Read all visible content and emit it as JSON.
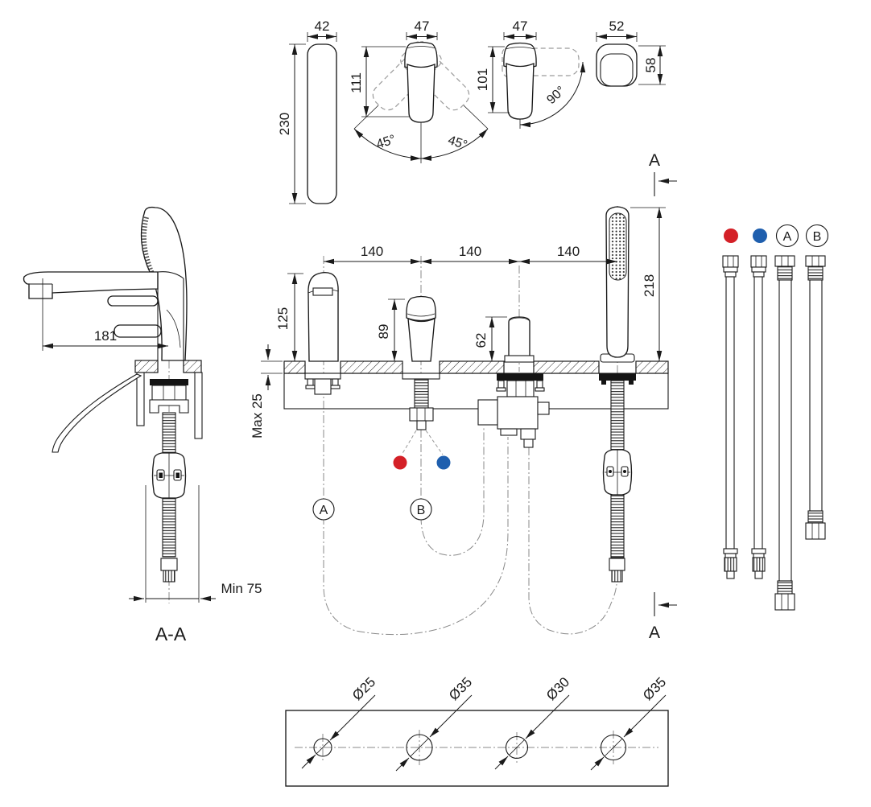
{
  "drawing": {
    "colors": {
      "hot": "#d42027",
      "cold": "#1f5fae"
    },
    "top_views": {
      "lever_side": {
        "width": "42",
        "length": "230"
      },
      "lever_front": {
        "width": "47",
        "height": "111",
        "swing_left": "45°",
        "swing_right": "45°"
      },
      "lever_profile": {
        "width": "47",
        "height": "101",
        "swing": "90°"
      },
      "lever_top": {
        "width": "52",
        "depth": "58"
      }
    },
    "section_markers": {
      "top": "A",
      "bottom": "A",
      "section_label": "A-A"
    },
    "side_view": {
      "spout_reach": "181",
      "min_clearance": "Min 75"
    },
    "main_view": {
      "hole_spacing": [
        "140",
        "140",
        "140"
      ],
      "spout_height": "125",
      "handle_height": "89",
      "diverter_height": "62",
      "handshower_height": "218",
      "max_deck_thickness": "Max 25",
      "hose_a_label": "A",
      "hose_b_label": "B"
    },
    "hose_panel": {
      "hose_a_label": "A",
      "hose_b_label": "B"
    },
    "plan_view": {
      "hole_diameters": [
        "Ø25",
        "Ø35",
        "Ø30",
        "Ø35"
      ]
    }
  }
}
